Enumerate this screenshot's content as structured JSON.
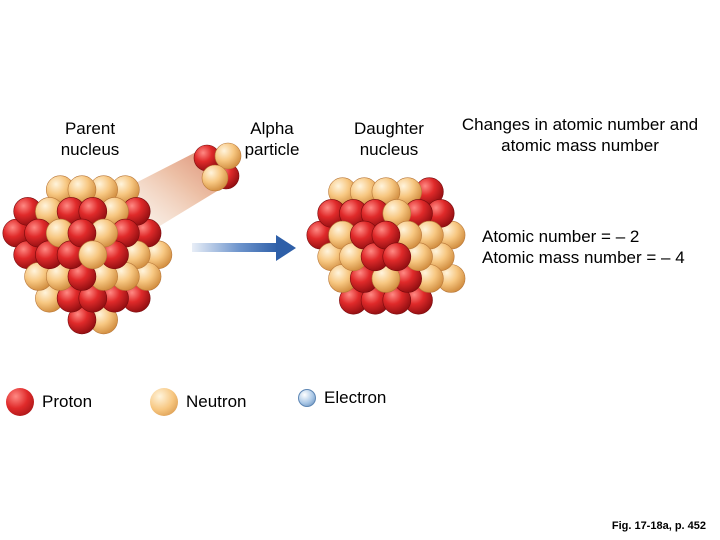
{
  "labels": {
    "parent": [
      "Parent",
      "nucleus"
    ],
    "alpha": [
      "Alpha",
      "particle"
    ],
    "daughter": [
      "Daughter",
      "nucleus"
    ]
  },
  "changes": {
    "title": [
      "Changes in atomic number and",
      "atomic mass number"
    ],
    "atomic_number": "Atomic number = – 2",
    "atomic_mass_number": "Atomic mass number = – 4"
  },
  "legend": {
    "proton": "Proton",
    "neutron": "Neutron",
    "electron": "Electron"
  },
  "caption": "Fig. 17-18a, p. 452",
  "colors": {
    "proton": "#d8232a",
    "neutron": "#f6c27a",
    "electron": "#a9c7e6",
    "arrow": "#2e5fa8"
  }
}
